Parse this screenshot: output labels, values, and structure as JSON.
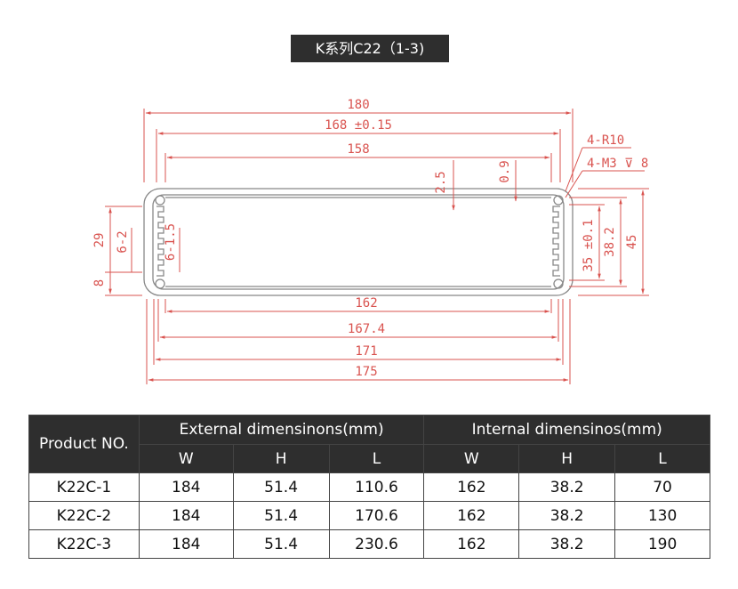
{
  "title": "K系列C22（1-3)",
  "drawing": {
    "dims_top": [
      "180",
      "168 ±0.15",
      "158"
    ],
    "dims_bottom": [
      "162",
      "167.4",
      "171",
      "175"
    ],
    "dims_right": [
      "35 ±0.1",
      "38.2",
      "45"
    ],
    "dims_left": [
      "29",
      "6-2",
      "8",
      "6-1.5"
    ],
    "dims_small": [
      "2.5",
      "0.9"
    ],
    "callouts": [
      "4-R10",
      "4-M3 ⊽ 8"
    ],
    "line_color": "#d9534f"
  },
  "table": {
    "product_header": "Product NO.",
    "group_external": "External dimensinons(mm)",
    "group_internal": "Internal dimensinos(mm)",
    "sub_headers": [
      "W",
      "H",
      "L",
      "W",
      "H",
      "L"
    ],
    "rows": [
      [
        "K22C-1",
        "184",
        "51.4",
        "110.6",
        "162",
        "38.2",
        "70"
      ],
      [
        "K22C-2",
        "184",
        "51.4",
        "170.6",
        "162",
        "38.2",
        "130"
      ],
      [
        "K22C-3",
        "184",
        "51.4",
        "230.6",
        "162",
        "38.2",
        "190"
      ]
    ],
    "header_bg": "#2e2e2e"
  }
}
